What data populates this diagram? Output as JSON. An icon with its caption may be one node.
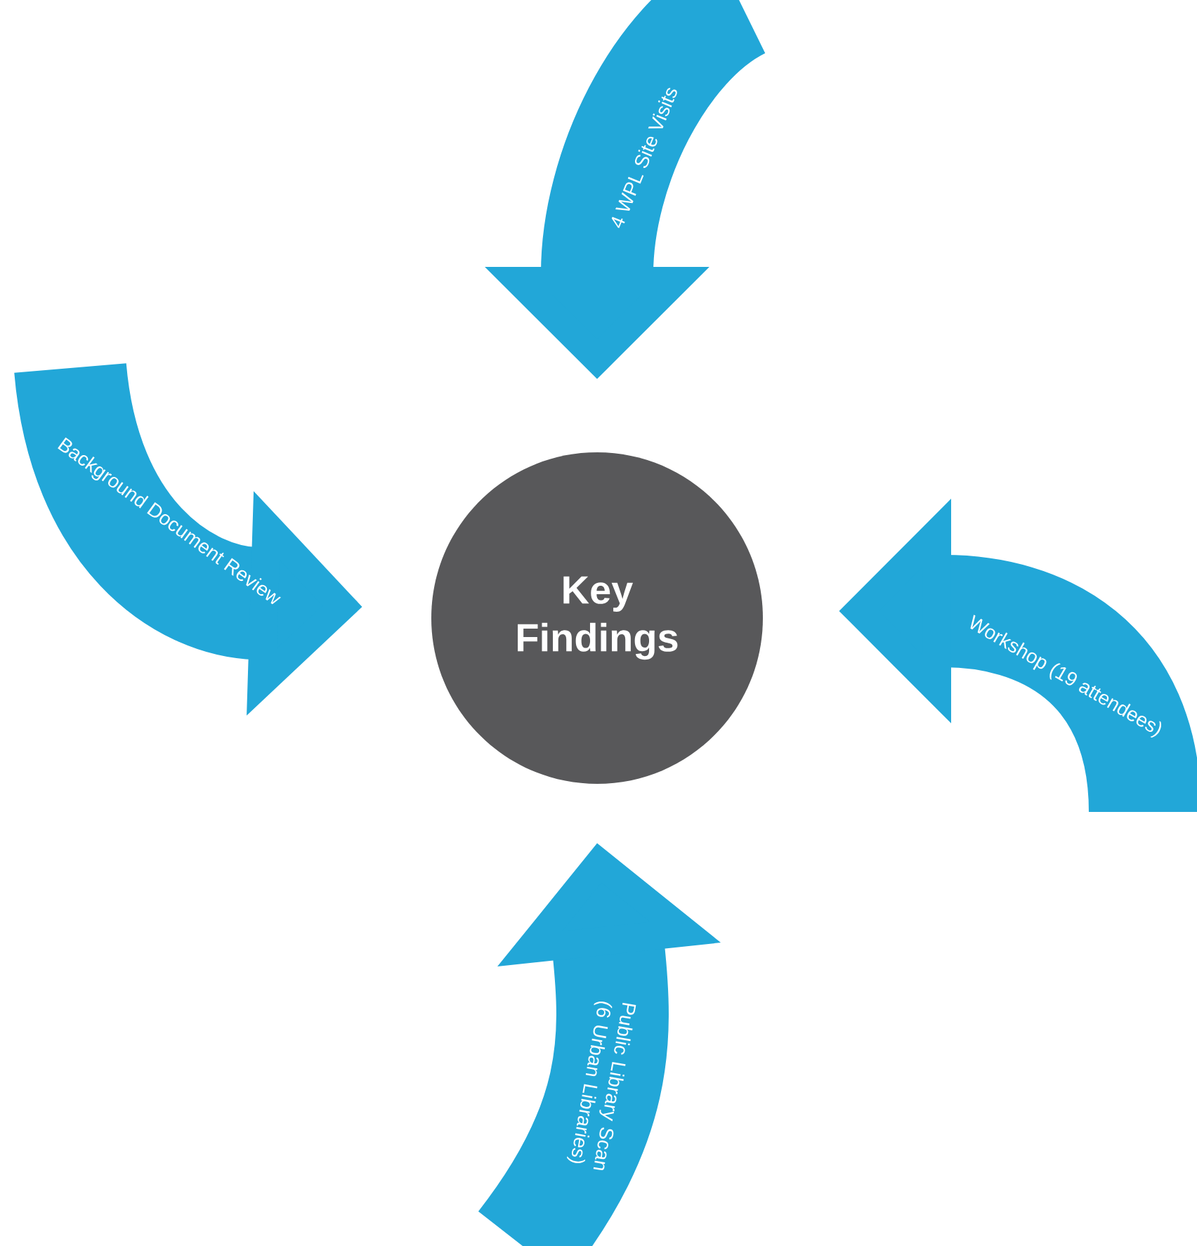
{
  "diagram": {
    "nodes": [
      {
        "text": [
          "4 WPL Site Visits"
        ]
      },
      {
        "text": [
          "Background Document Review"
        ]
      },
      {
        "text": [
          "Key Findings"
        ]
      },
      {
        "text": [
          "Workshop (19 attendees)"
        ]
      },
      {
        "text": [
          "Public Library Scan (6 Urban Libraries)"
        ]
      }
    ]
  }
}
